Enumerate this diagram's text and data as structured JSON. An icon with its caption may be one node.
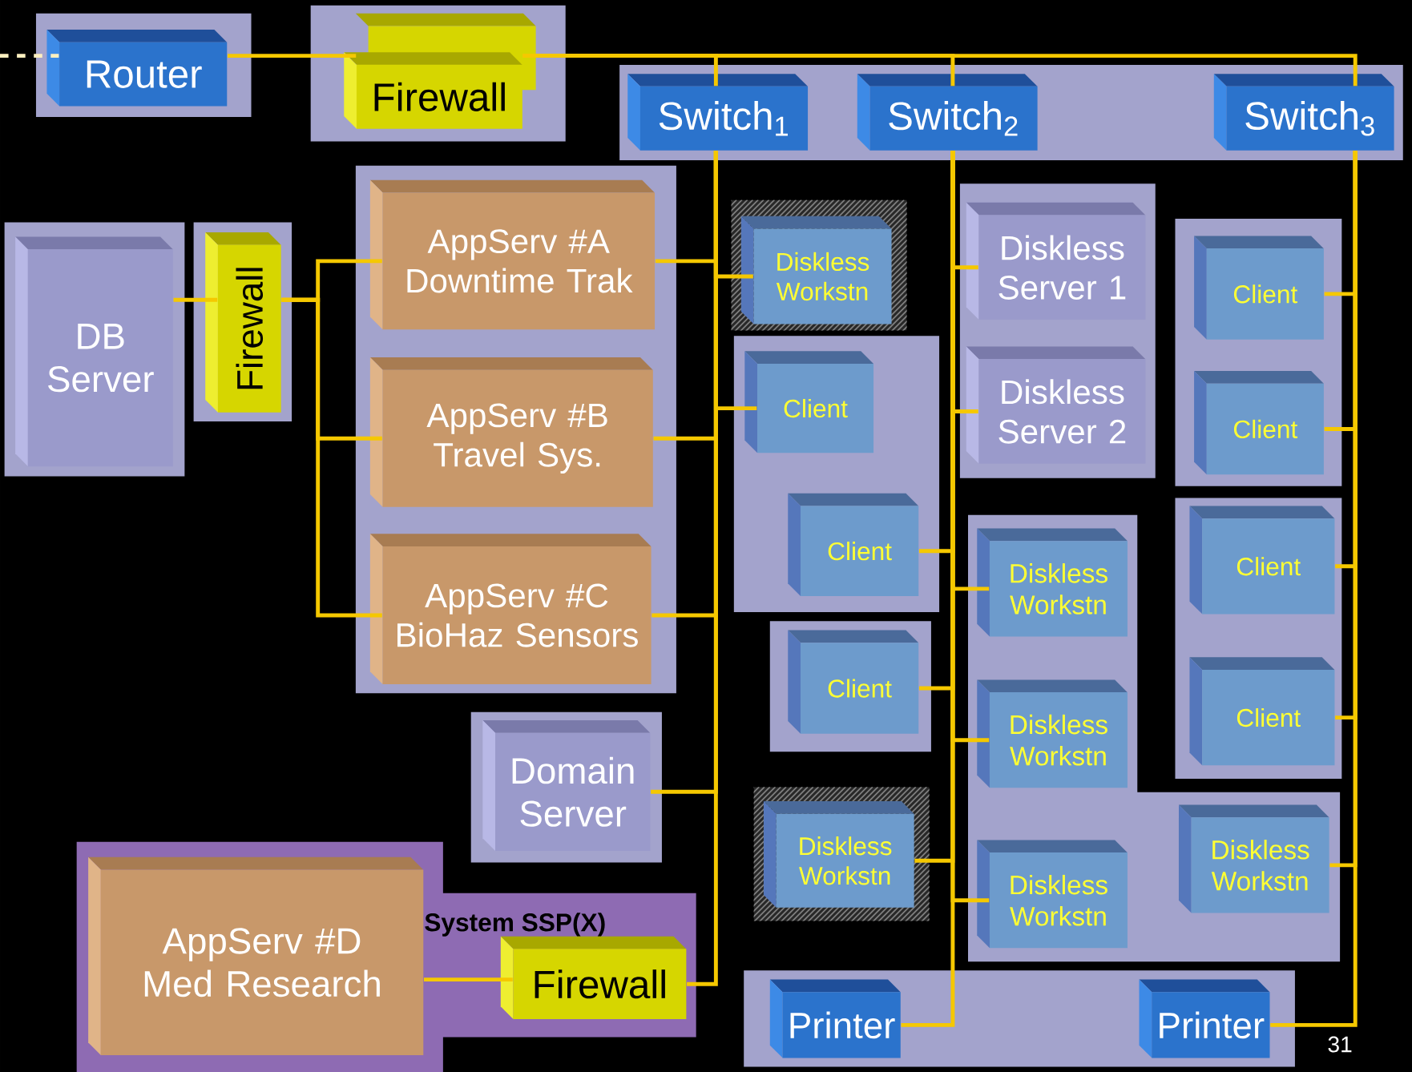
{
  "diagram": {
    "nodes": [
      {
        "text": [
          "Router"
        ]
      },
      {
        "text": [
          "Firewall"
        ]
      },
      {
        "text": [
          "Switch$_{1}$"
        ]
      },
      {
        "text": [
          "Switch$_{2}$"
        ]
      },
      {
        "text": [
          "Switch$_{3}$"
        ]
      },
      {
        "text": [
          "DB Server"
        ]
      },
      {
        "text": [
          "Firewall"
        ]
      },
      {
        "text": [
          "AppServ #A Downtime Trak"
        ]
      },
      {
        "text": [
          "AppServ #B Travel Sys."
        ]
      },
      {
        "text": [
          "AppServ #C BioHaz Sensors"
        ]
      },
      {
        "text": [
          "Domain Server"
        ]
      },
      {
        "text": [
          "System SSP(X)"
        ]
      },
      {
        "text": [
          "AppServ #D Med Research"
        ],
        "in": 11
      },
      {
        "text": [
          "Firewall"
        ],
        "in": 11
      },
      {
        "text": [
          "Diskless Workstn"
        ]
      },
      {
        "text": [
          "Client"
        ]
      },
      {
        "text": [
          "Client"
        ]
      },
      {
        "text": [
          "Client"
        ]
      },
      {
        "text": [
          "Diskless Workstn"
        ]
      },
      {
        "text": [
          "Diskless Server 1"
        ]
      },
      {
        "text": [
          "Diskless Server 2"
        ]
      },
      {
        "text": [
          "Diskless Workstn"
        ]
      },
      {
        "text": [
          "Diskless Workstn"
        ]
      },
      {
        "text": [
          "Diskless Workstn"
        ]
      },
      {
        "text": [
          "Client"
        ]
      },
      {
        "text": [
          "Client"
        ]
      },
      {
        "text": [
          "Client"
        ]
      },
      {
        "text": [
          "Client"
        ]
      },
      {
        "text": [
          "Diskless Workstn"
        ]
      },
      {
        "text": [
          "Printer"
        ]
      },
      {
        "text": [
          "Printer"
        ]
      }
    ],
    "edges": [
      {
        "from": null,
        "to": 0,
        "arrow": "none",
        "style": "dashed",
        "color": "#fff0c0"
      },
      {
        "from": 0,
        "to": 1,
        "arrow": "none"
      },
      {
        "from": 1,
        "to": 2,
        "arrow": "none"
      },
      {
        "from": 1,
        "to": 3,
        "arrow": "none"
      },
      {
        "from": 1,
        "to": 4,
        "arrow": "none"
      },
      {
        "from": 5,
        "to": 6,
        "arrow": "none"
      },
      {
        "from": 6,
        "to": 7,
        "arrow": "none"
      },
      {
        "from": 6,
        "to": 8,
        "arrow": "none"
      },
      {
        "from": 6,
        "to": 9,
        "arrow": "none"
      },
      {
        "from": 14,
        "to": 2,
        "arrow": "none"
      },
      {
        "from": 15,
        "to": 2,
        "arrow": "none"
      },
      {
        "from": 7,
        "to": 2,
        "arrow": "none"
      },
      {
        "from": 8,
        "to": 2,
        "arrow": "none"
      },
      {
        "from": 9,
        "to": 2,
        "arrow": "none"
      },
      {
        "from": 10,
        "to": 2,
        "arrow": "none"
      },
      {
        "from": 13,
        "to": 2,
        "arrow": "none"
      },
      {
        "from": 19,
        "to": 3,
        "arrow": "none"
      },
      {
        "from": 20,
        "to": 3,
        "arrow": "none"
      },
      {
        "from": 16,
        "to": 3,
        "arrow": "none"
      },
      {
        "from": 21,
        "to": 3,
        "arrow": "none"
      },
      {
        "from": 17,
        "to": 3,
        "arrow": "none"
      },
      {
        "from": 22,
        "to": 3,
        "arrow": "none"
      },
      {
        "from": 18,
        "to": 3,
        "arrow": "none"
      },
      {
        "from": 23,
        "to": 3,
        "arrow": "none"
      },
      {
        "from": 29,
        "to": 3,
        "arrow": "none"
      },
      {
        "from": 24,
        "to": 4,
        "arrow": "none"
      },
      {
        "from": 25,
        "to": 4,
        "arrow": "none"
      },
      {
        "from": 26,
        "to": 4,
        "arrow": "none"
      },
      {
        "from": 27,
        "to": 4,
        "arrow": "none"
      },
      {
        "from": 28,
        "to": 4,
        "arrow": "none"
      },
      {
        "from": 30,
        "to": 4,
        "arrow": "none"
      },
      {
        "from": 12,
        "to": 13,
        "arrow": "none"
      }
    ],
    "labels": [
      "31"
    ]
  }
}
